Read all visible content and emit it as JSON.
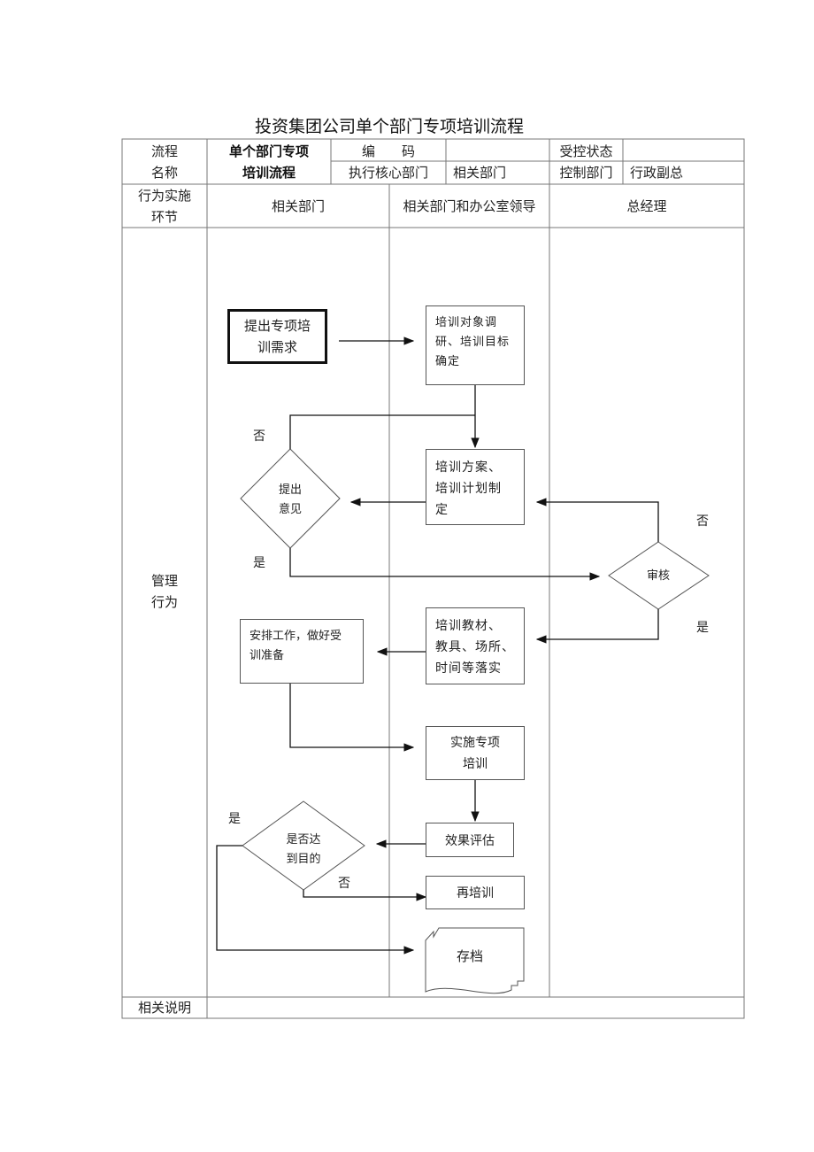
{
  "page_title": "投资集团公司单个部门专项培训流程",
  "header": {
    "flow_label": "流程\n名称",
    "flow_name": "单个部门专项\n培训流程",
    "code_label": "编　　码",
    "code_value": "",
    "exec_dept": "执行核心部门",
    "related_dept": "相关部门",
    "control_state": "受控状态",
    "control_state_value": "",
    "control_dept": "控制部门",
    "vp_admin": "行政副总",
    "stage_label": "行为实施\n环节",
    "col_related": "相关部门",
    "col_office": "相关部门和办公室领导",
    "col_gm": "总经理"
  },
  "rows": {
    "mgmt_label": "管理\n行为",
    "notes_label": "相关说明",
    "notes_value": ""
  },
  "nodes": {
    "propose_need": "提出专项培\n训需求",
    "research": "培训对象调\n研、培训目标\n确定",
    "plan": "培训方案、\n培训计划制\n定",
    "opinion": "提出\n意见",
    "review": "审核",
    "materials": "培训教材、\n教具、场所、\n时间等落实",
    "prepare": "安排工作，做好受\n训准备",
    "implement": "实施专项\n培训",
    "evaluate": "效果评估",
    "reached": "是否达\n到目的",
    "retrain": "再培训",
    "archive": "存档"
  },
  "edge_labels": {
    "opinion_no": "否",
    "opinion_yes": "是",
    "review_no": "否",
    "review_yes": "是",
    "reached_yes": "是",
    "reached_no": "否"
  }
}
